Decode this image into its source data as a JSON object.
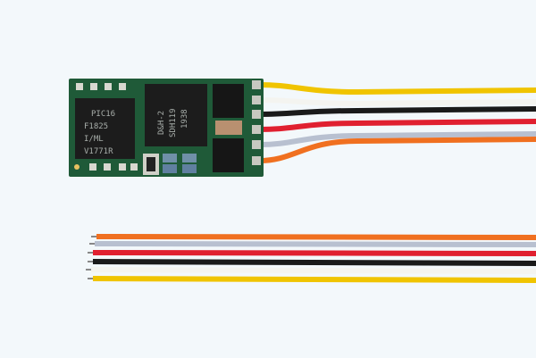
{
  "photo": {
    "mcu_marking": [
      "PIC16",
      "F1825",
      "I/ML",
      "V1771R"
    ],
    "asic_marking": [
      "D&H-2",
      "SDH119",
      "1938"
    ],
    "wire_colors": {
      "attached": [
        "#f0c400",
        "#f4f4f0",
        "#1a1a1a",
        "#e02030",
        "#b8c0d0",
        "#f07020"
      ],
      "loose": [
        "#f07020",
        "#b8c0d0",
        "#e02030",
        "#1a1a1a",
        "#f4f4f0",
        "#f0c400"
      ]
    },
    "pcb_color": "#1f5a38"
  }
}
